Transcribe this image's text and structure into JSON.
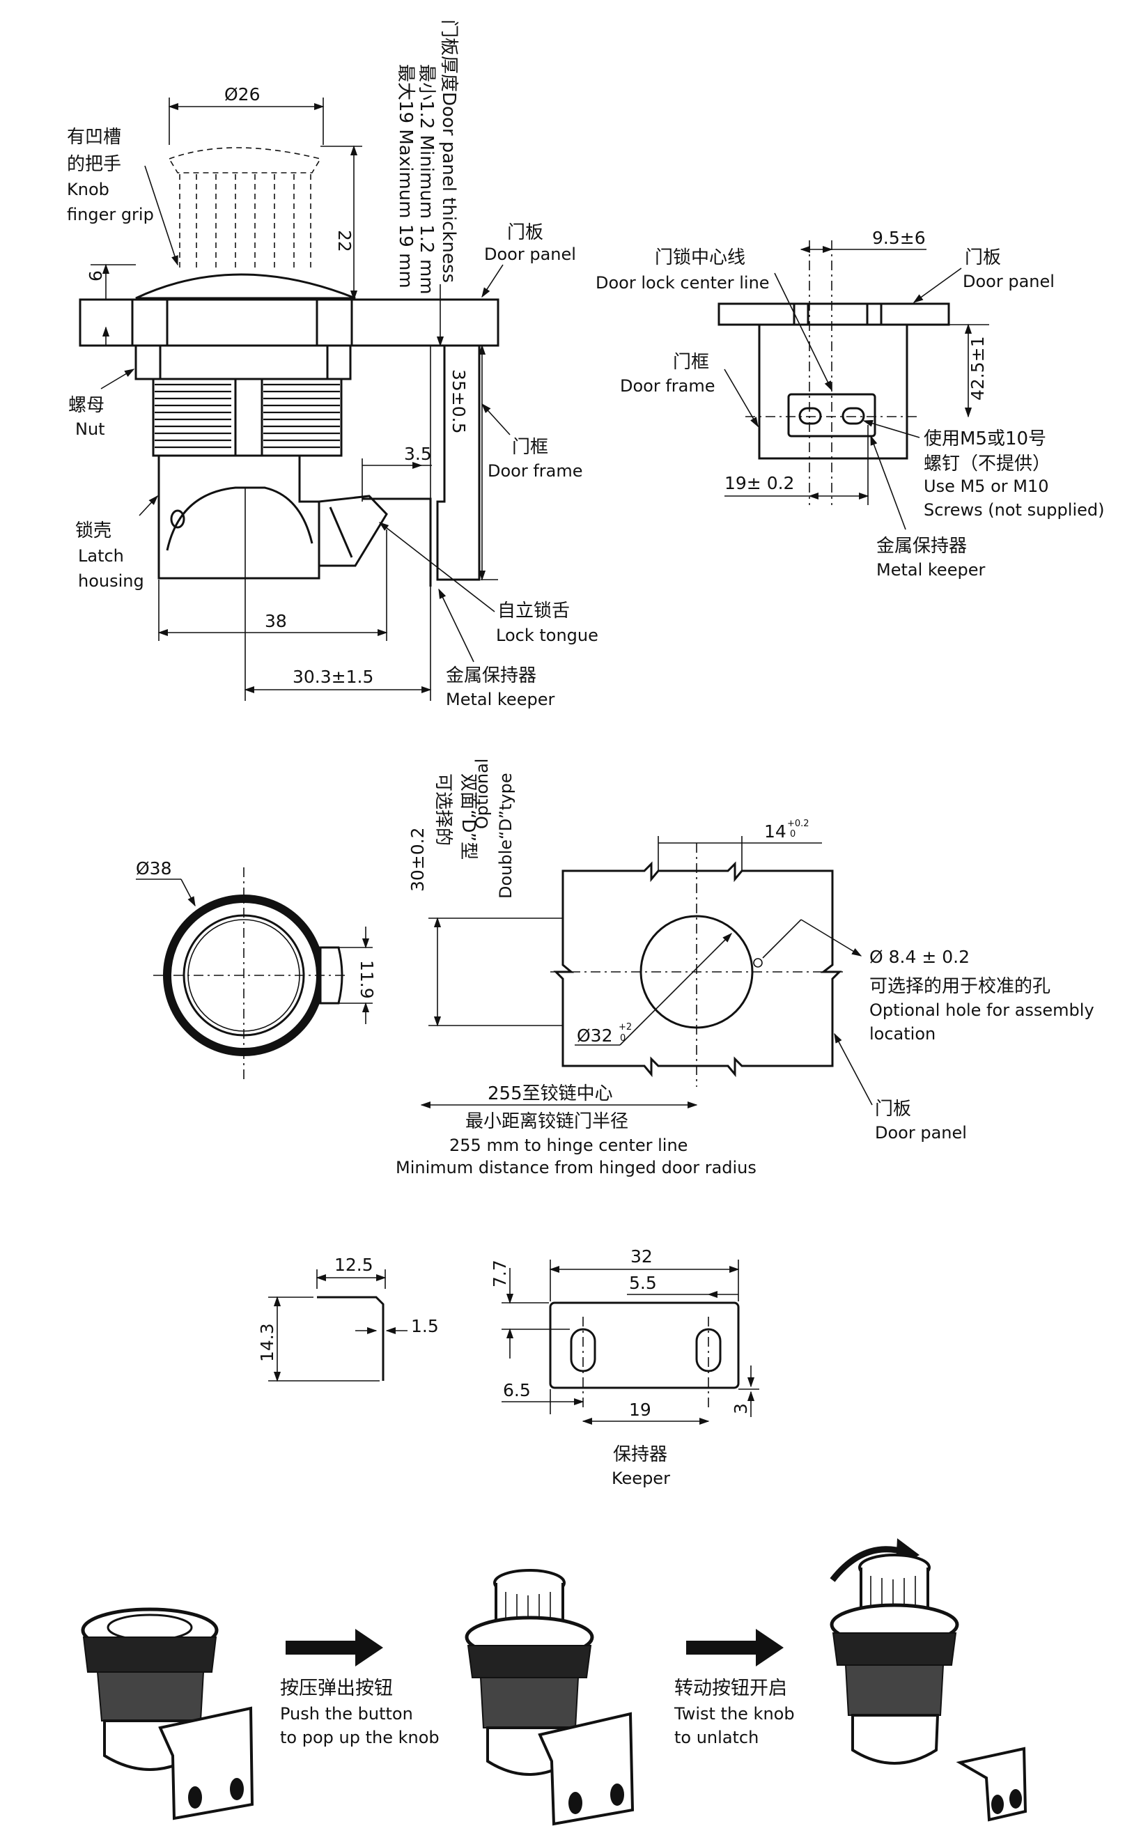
{
  "front_view": {
    "dia_knob": "Ø26",
    "door_thickness_cn": "门板厚度Door panel thickness",
    "door_thickness_min": "最小1.2 Minimum 1.2 mm",
    "door_thickness_max": "最大19 Maximum 19 mm",
    "knob_grip_cn_1": "有凹槽",
    "knob_grip_cn_2": "的把手",
    "knob_grip_en_1": "Knob",
    "knob_grip_en_2": "finger grip",
    "dim_22": "22",
    "dim_6": "6",
    "door_panel_cn": "门板",
    "door_panel_en": "Door panel",
    "nut_cn": "螺母",
    "nut_en": "Nut",
    "dim_35": "35±0.5",
    "dim_3_5": "3.5",
    "door_frame_cn": "门框",
    "door_frame_en": "Door frame",
    "latch_cn": "锁壳",
    "latch_en_1": "Latch",
    "latch_en_2": "housing",
    "dim_38": "38",
    "lock_tongue_cn": "自立锁舌",
    "lock_tongue_en": "Lock tongue",
    "dim_30_3": "30.3±1.5",
    "metal_keeper_cn": "金属保持器",
    "metal_keeper_en": "Metal keeper"
  },
  "side_view": {
    "dim_9_5": "9.5±6",
    "center_line_cn": "门锁中心线",
    "center_line_en": "Door lock center line",
    "door_panel_cn": "门板",
    "door_panel_en": "Door panel",
    "door_frame_cn": "门框",
    "door_frame_en": "Door frame",
    "dim_42_5": "42.5±1",
    "screws_cn_1": "使用M5或10号",
    "screws_cn_2": "螺钉（不提供）",
    "screws_en_1": "Use M5 or M10",
    "screws_en_2": "Screws (not supplied)",
    "dim_19": "19± 0.2",
    "metal_keeper_cn": "金属保持器",
    "metal_keeper_en": "Metal keeper"
  },
  "top_view": {
    "dia_38": "Ø38",
    "dim_11_9": "11.9"
  },
  "cutout": {
    "dim_30": "30±0.2",
    "optional_cn": "可选择的",
    "double_d_cn": "双面“D”型",
    "optional_en": "Optional",
    "double_d_en": "Double“D”type",
    "dim_14": "14",
    "dim_14_tol_up": "+0.2",
    "dim_14_tol_lo": "0",
    "hole_dim": "Ø 8.4 ± 0.2",
    "hole_cn": "可选择的用于校准的孔",
    "hole_en_1": "Optional hole for assembly",
    "hole_en_2": "location",
    "dia_32": "Ø32",
    "dia_32_tol_up": "+2",
    "dia_32_tol_lo": "0",
    "hinge_cn_1": "255至铰链中心",
    "hinge_cn_2": "最小距离铰链门半径",
    "hinge_en_1": "255 mm to hinge center line",
    "hinge_en_2": "Minimum distance from hinged door radius",
    "door_panel_cn": "门板",
    "door_panel_en": "Door panel"
  },
  "keeper": {
    "dim_12_5": "12.5",
    "dim_1_5": "1.5",
    "dim_14_3": "14.3",
    "dim_7_7": "7.7",
    "dim_32": "32",
    "dim_5_5": "5.5",
    "dim_6_5": "6.5",
    "dim_19": "19",
    "dim_3": "3",
    "caption_cn": "保持器",
    "caption_en": "Keeper"
  },
  "steps": {
    "step1_cn": "按压弹出按钮",
    "step1_en_1": "Push the button",
    "step1_en_2": "to pop up the knob",
    "step2_cn": "转动按钮开启",
    "step2_en_1": "Twist the knob",
    "step2_en_2": "to unlatch"
  }
}
